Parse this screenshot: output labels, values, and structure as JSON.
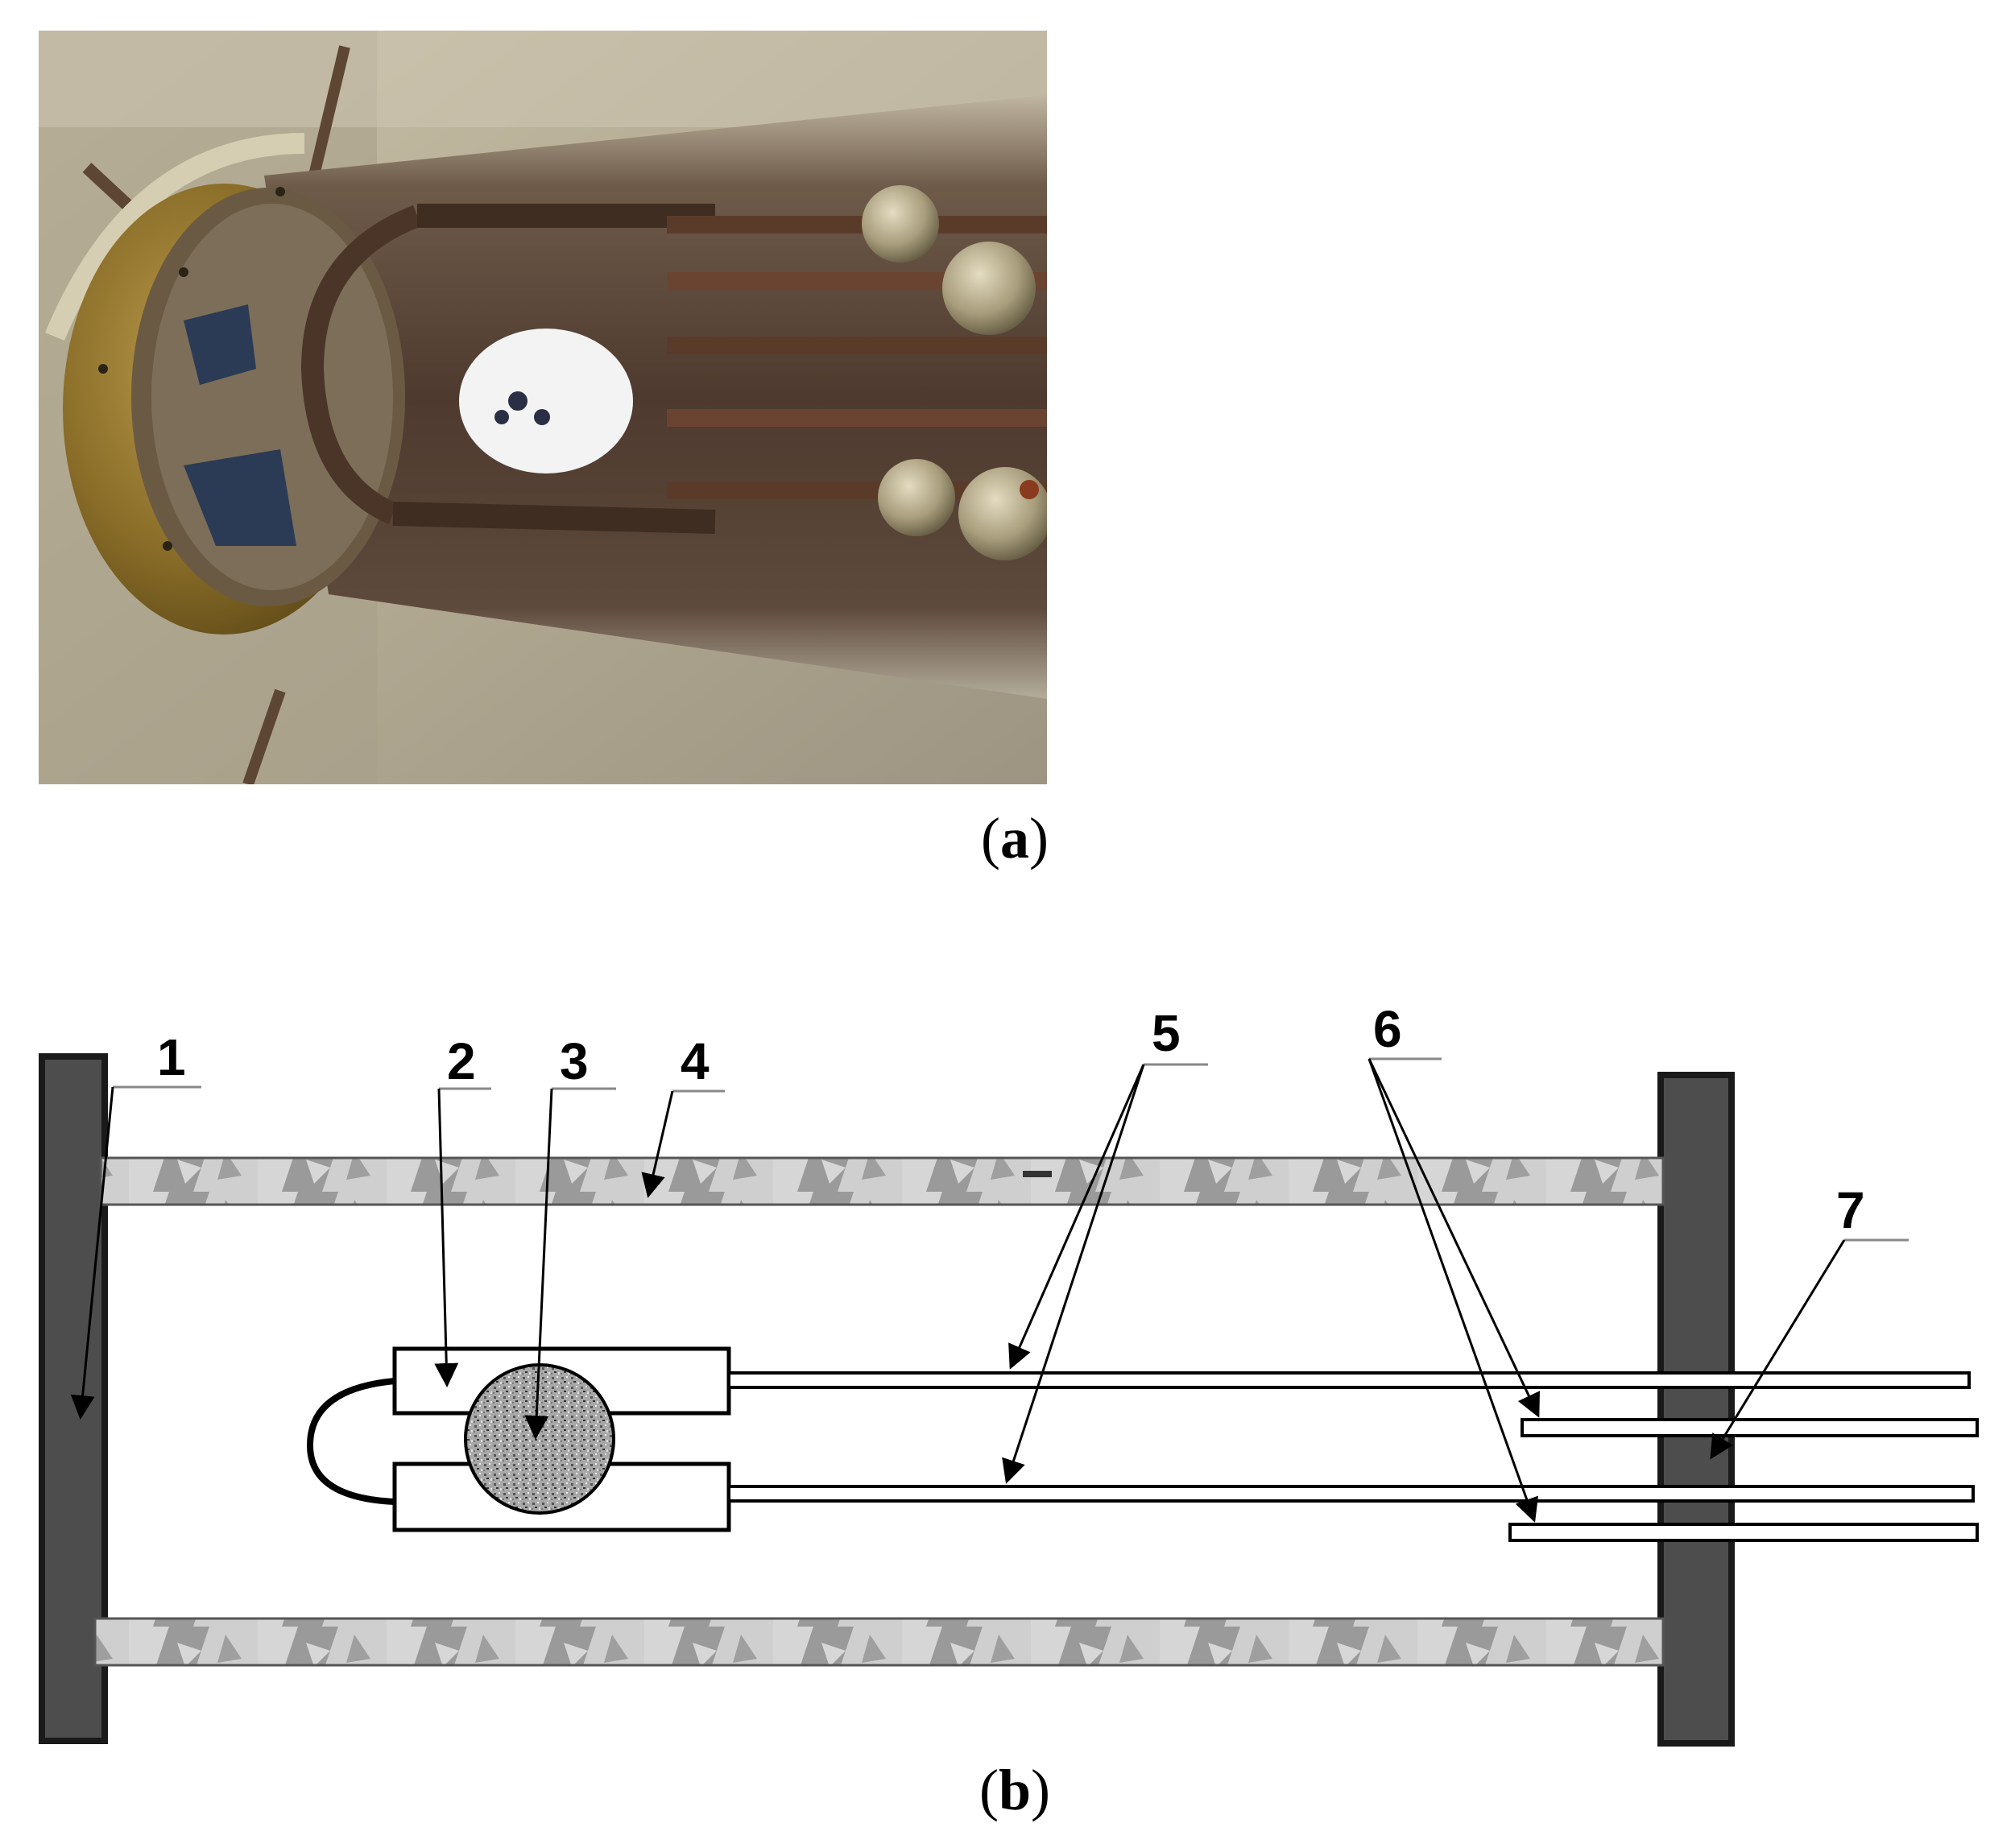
{
  "panel_a": {
    "caption_open": "(",
    "caption_letter": "a",
    "caption_close": ")"
  },
  "panel_b": {
    "caption_open": "(",
    "caption_letter": "b",
    "caption_close": ")",
    "labels": [
      "1",
      "2",
      "3",
      "4",
      "5",
      "6",
      "7"
    ]
  },
  "colors": {
    "flange": "#4d4d4d",
    "wall": "#bdbdbd",
    "background": "#ffffff"
  }
}
